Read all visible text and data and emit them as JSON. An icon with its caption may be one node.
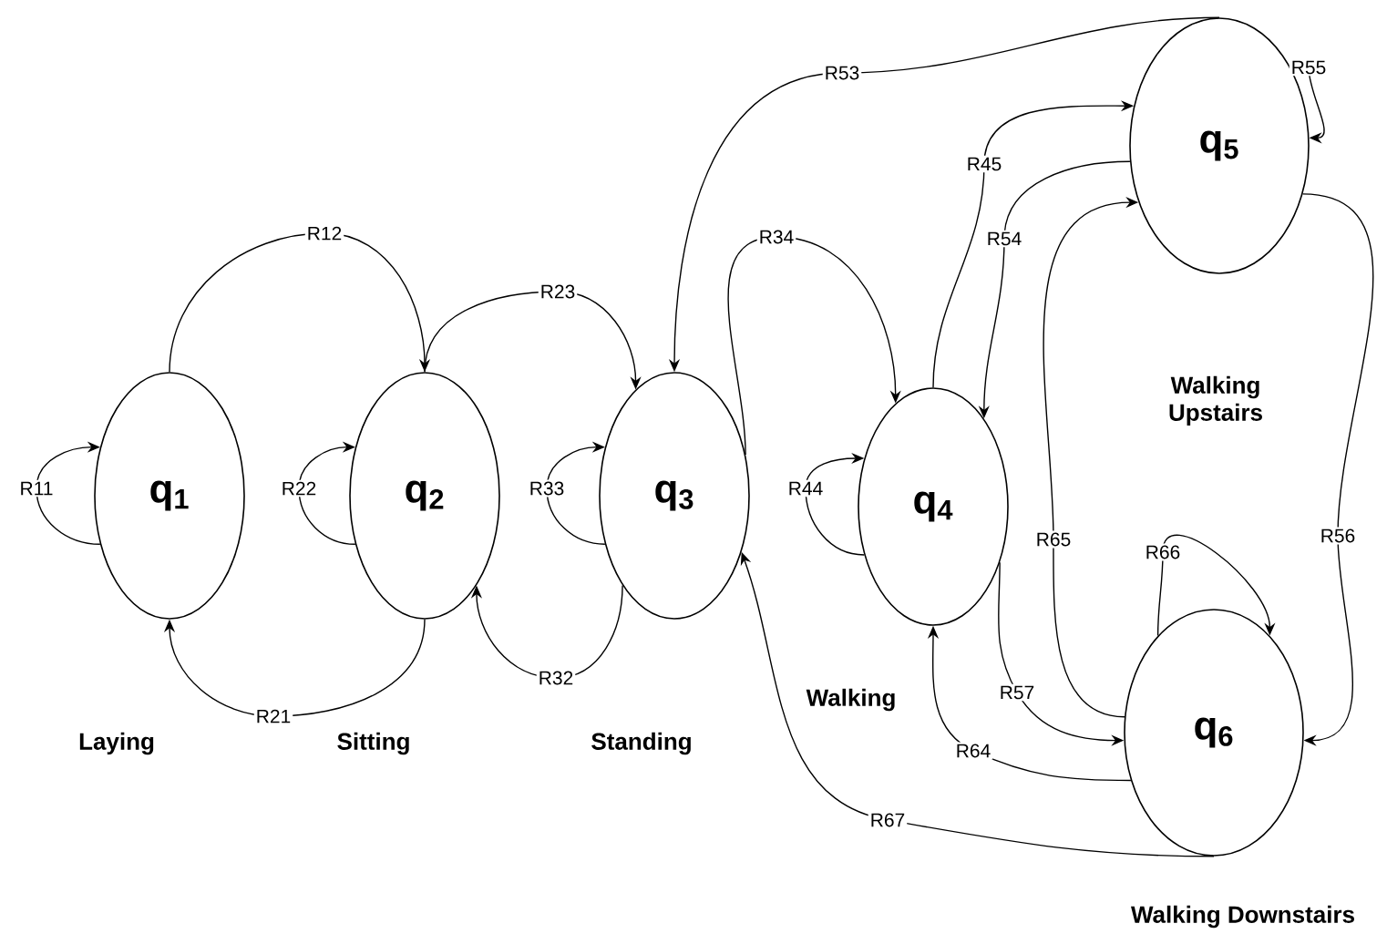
{
  "diagram": {
    "nodes": [
      {
        "text": [
          "q$_{1}$"
        ]
      },
      {
        "text": [
          "q$_{2}$"
        ]
      },
      {
        "text": [
          "q$_{3}$"
        ]
      },
      {
        "text": [
          "q$_{4}$"
        ]
      },
      {
        "text": [
          "q$_{5}$"
        ]
      },
      {
        "text": [
          "q$_{6}$"
        ]
      }
    ],
    "edges": [
      {
        "from": 0,
        "to": 0,
        "arrow": "to",
        "label": "R11"
      },
      {
        "from": 0,
        "to": 1,
        "arrow": "to",
        "label": "R12"
      },
      {
        "from": 1,
        "to": 0,
        "arrow": "to",
        "label": "R21"
      },
      {
        "from": 1,
        "to": 1,
        "arrow": "to",
        "label": "R22"
      },
      {
        "from": 1,
        "to": 2,
        "arrow": "to",
        "label": "R23"
      },
      {
        "from": 2,
        "to": 1,
        "arrow": "to",
        "label": "R32"
      },
      {
        "from": 2,
        "to": 2,
        "arrow": "to",
        "label": "R33"
      },
      {
        "from": 2,
        "to": 3,
        "arrow": "to",
        "label": "R34"
      },
      {
        "from": 4,
        "to": 2,
        "arrow": "to",
        "label": "R53"
      },
      {
        "from": 3,
        "to": 3,
        "arrow": "to",
        "label": "R44"
      },
      {
        "from": 3,
        "to": 4,
        "arrow": "to",
        "label": "R45"
      },
      {
        "from": 4,
        "to": 3,
        "arrow": "to",
        "label": "R54"
      },
      {
        "from": 4,
        "to": 4,
        "arrow": "to",
        "label": "R55"
      },
      {
        "from": 5,
        "to": 4,
        "arrow": "to",
        "label": "R65"
      },
      {
        "from": 5,
        "to": 5,
        "arrow": "to",
        "label": "R66"
      },
      {
        "from": 4,
        "to": 5,
        "arrow": "to",
        "label": "R56"
      },
      {
        "from": 3,
        "to": 5,
        "arrow": "to",
        "label": "R57"
      },
      {
        "from": 5,
        "to": 3,
        "arrow": "to",
        "label": "R64"
      },
      {
        "from": 5,
        "to": 2,
        "arrow": "to",
        "label": "R67"
      }
    ],
    "labels": [
      "Walking Upstairs",
      "Laying",
      "Sitting",
      "Standing",
      "Walking",
      "Walking Downstairs"
    ]
  }
}
